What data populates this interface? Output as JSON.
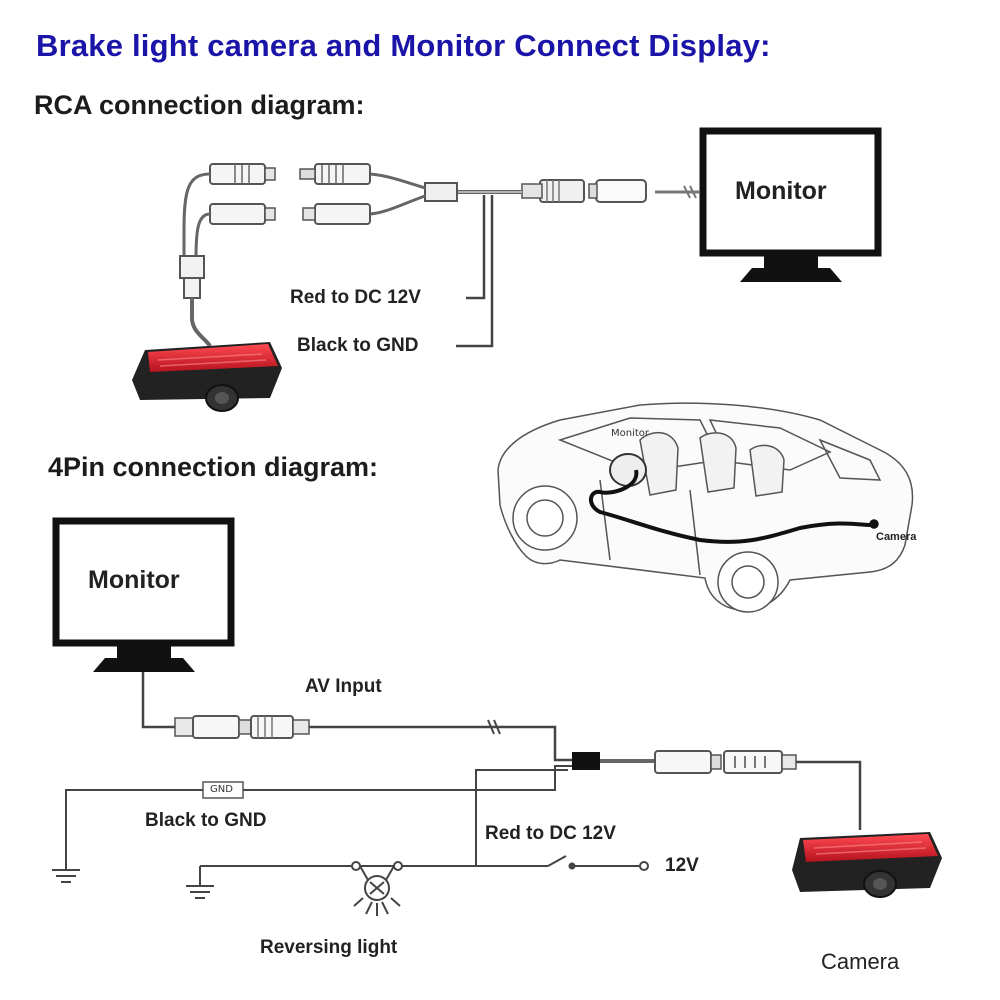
{
  "title": "Brake light camera and Monitor Connect Display:",
  "rca": {
    "heading": "RCA  connection diagram:",
    "monitor_label": "Monitor",
    "red_label": "Red to DC 12V",
    "black_label": "Black to GND"
  },
  "car": {
    "monitor_label": "Monitor",
    "camera_label": "Camera"
  },
  "pin4": {
    "heading": "4Pin connection diagram:",
    "monitor_label": "Monitor",
    "av_label": "AV Input",
    "gnd_tag": "GND",
    "black_label": "Black to GND",
    "red_label": "Red to DC 12V",
    "volt_label": "12V",
    "reversing_label": "Reversing light",
    "camera_label": "Camera"
  }
}
